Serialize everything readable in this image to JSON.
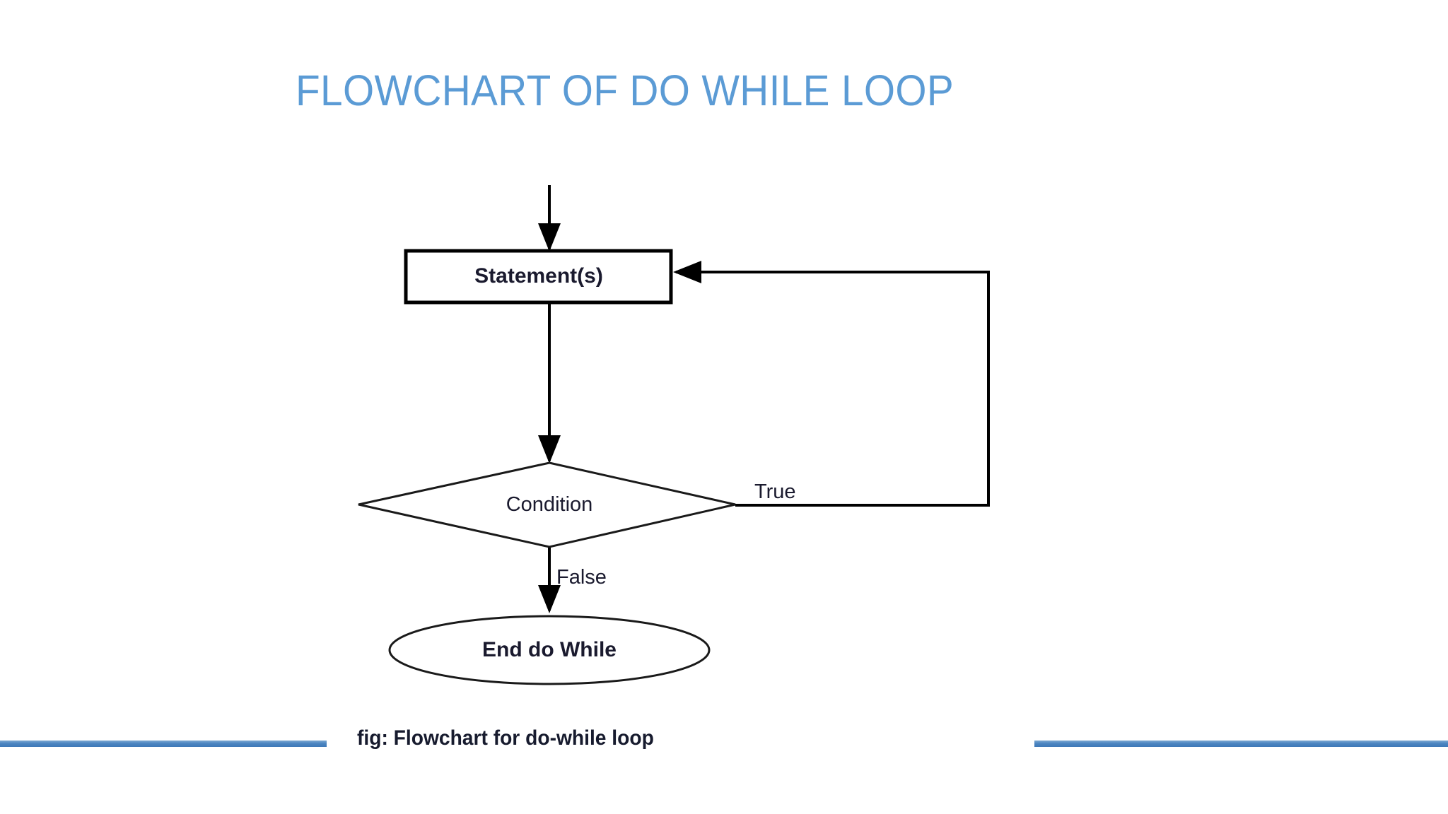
{
  "slide": {
    "title": "FLOWCHART OF DO WHILE LOOP",
    "caption": "fig: Flowchart for do-while loop",
    "background_color": "#ffffff",
    "title_color": "#5B9BD5",
    "accent_bar_color": "#4A84C0",
    "stroke_color": "#000000"
  },
  "diagram": {
    "type": "flowchart",
    "nodes": [
      {
        "id": "statement",
        "shape": "rectangle",
        "label": "Statement(s)"
      },
      {
        "id": "condition",
        "shape": "diamond",
        "label": "Condition"
      },
      {
        "id": "end",
        "shape": "ellipse",
        "label": "End do While"
      }
    ],
    "edges": [
      {
        "from": "entry",
        "to": "statement",
        "label": ""
      },
      {
        "from": "statement",
        "to": "condition",
        "label": ""
      },
      {
        "from": "condition",
        "to": "statement",
        "label": "True"
      },
      {
        "from": "condition",
        "to": "end",
        "label": "False"
      }
    ],
    "edge_labels": {
      "true": "True",
      "false": "False"
    }
  }
}
